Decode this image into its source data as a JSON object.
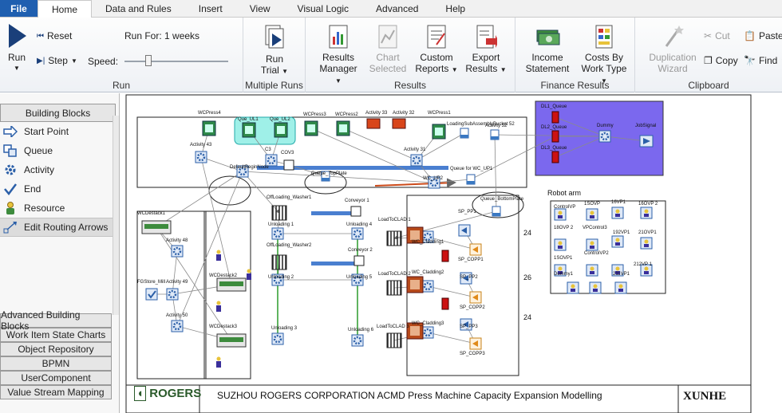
{
  "tabs": [
    "File",
    "Home",
    "Data and Rules",
    "Insert",
    "View",
    "Visual Logic",
    "Advanced",
    "Help"
  ],
  "ribbon": {
    "run_group": {
      "run": "Run",
      "reset": "Reset",
      "step": "Step",
      "speed": "Speed:",
      "run_for": "Run For: 1 weeks",
      "label": "Run"
    },
    "multiple_runs": {
      "run_trial_1": "Run",
      "run_trial_2": "Trial",
      "label": "Multiple Runs"
    },
    "results": {
      "manager_1": "Results",
      "manager_2": "Manager",
      "chart_1": "Chart",
      "chart_2": "Selected",
      "custom_1": "Custom",
      "custom_2": "Reports",
      "export_1": "Export",
      "export_2": "Results",
      "label": "Results"
    },
    "finance": {
      "income_1": "Income",
      "income_2": "Statement",
      "costs_1": "Costs By",
      "costs_2": "Work Type",
      "label": "Finance Results"
    },
    "clipboard": {
      "dup_1": "Duplication",
      "dup_2": "Wizard",
      "cut": "Cut",
      "copy": "Copy",
      "paste": "Paste",
      "find": "Find",
      "label": "Clipboard"
    }
  },
  "left_panel": {
    "header": "Building Blocks",
    "items": [
      "Start Point",
      "Queue",
      "Activity",
      "End",
      "Resource",
      "Edit Routing Arrows"
    ],
    "bottom": [
      "Advanced Building Blocks",
      "Work Item State Charts",
      "Object Repository",
      "BPMN",
      "UserComponent",
      "Value Stream Mapping"
    ]
  },
  "canvas": {
    "labels": [
      "WCPress4",
      "Que_UL1",
      "Que_UL2",
      "WCPress3",
      "WCPress2",
      "WCPress1",
      "Activity 33",
      "Activity 32",
      "Activity 43",
      "C3",
      "COV3",
      "Activity 31",
      "LoadingSubAssemblyBucket 52",
      "Activity 52",
      "DefaultBeginNode",
      "Queue_TopPlate",
      "Queue for WC_UP1",
      "WC_UP2",
      "DL1_Queue",
      "DL2_Queue",
      "DL3_Queue",
      "Dummy",
      "JobSignal",
      "WCDestack1",
      "Activity 48",
      "Queue_BottomPlate",
      "OffLoading_Washer1",
      "Conveyor 1",
      "Unloading 1",
      "Unloading 4",
      "LoadToCLAD 1",
      "OffLoading_Washer2",
      "Conveyor 2",
      "Unloading 2",
      "Unloading 5",
      "LoadToCLAD 2",
      "FGStore_Mill",
      "Activity 49",
      "WCDestack2",
      "Activity 50",
      "WCDestack3",
      "Unloading 3",
      "Unloading 6",
      "LoadToCLAD 3",
      "WC_Cladding1",
      "WC_Cladding2",
      "WC_Cladding3",
      "SP_PP1",
      "SP_COPP1",
      "SP_PP2",
      "SP_COPP2",
      "SP_PP3",
      "SP_COPP3",
      "Robot arm",
      "ControlVP",
      "1SOVP",
      "16VP1",
      "16OVP 2",
      "18OVP 2",
      "VPControl3",
      "192VP1",
      "21OVP1",
      "1SOVP1",
      "ControlVP2",
      "Dummy1",
      "212VP 1",
      "211VP1",
      "24",
      "26",
      "24"
    ],
    "footer_company": "ROGERS",
    "footer_title": "SUZHOU ROGERS CORPORATION ACMD Press Machine Capacity Expansion Modelling",
    "footer_right": "XUNHE"
  },
  "colors": {
    "file_tab": "#1f5fb0",
    "purple_box": "#7b68ee",
    "dl_red": "#cc1111",
    "queue_blue": "#3a78c2",
    "conveyor": "#4a7fd0",
    "clad_brown": "#b84a1a"
  }
}
